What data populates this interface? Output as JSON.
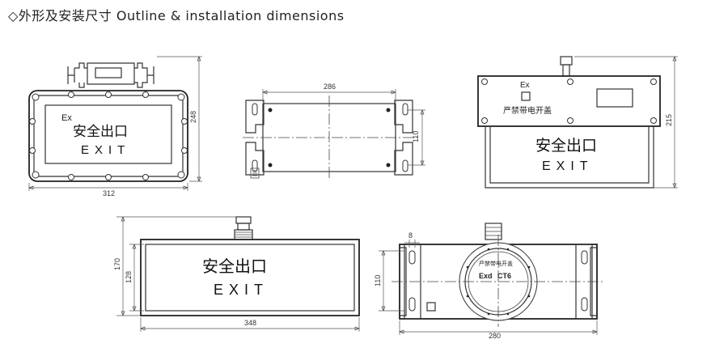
{
  "title": "◇外形及安装尺寸  Outline & installation dimensions",
  "sign": {
    "cn": "安全出口",
    "en": "EXIT",
    "ex": "Ex",
    "warning": "严禁带电开盖",
    "marking": "Exd",
    "temp_class": "CT6"
  },
  "dimensions": {
    "front_width": "312",
    "front_height": "248",
    "top_length": "286",
    "top_mount": "110",
    "side_height": "215",
    "large_width": "348",
    "large_height": "170",
    "large_inner_height": "128",
    "round_width": "280",
    "round_mount": "110",
    "round_offset": "8"
  }
}
